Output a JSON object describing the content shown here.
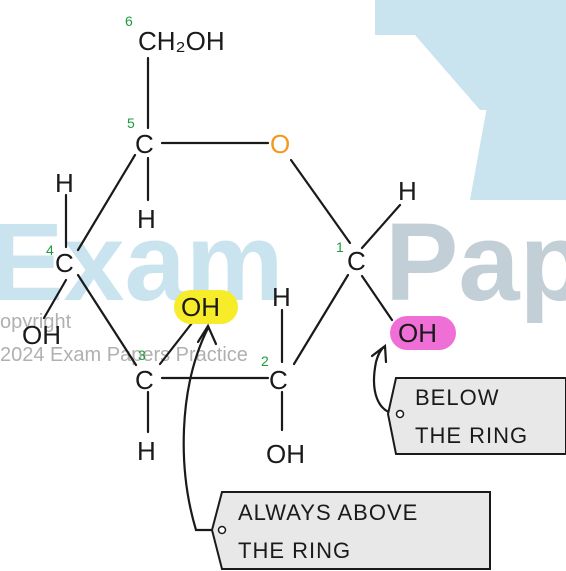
{
  "watermark": {
    "left_word": "Exam",
    "right_word": "Pap",
    "copyright_line1": "opyright",
    "copyright_line2": "2024 Exam Papers Practice"
  },
  "molecule": {
    "atoms": {
      "ch2oh": "CH₂OH",
      "c5": "C",
      "o_ring": "O",
      "c1": "C",
      "c4": "C",
      "c3": "C",
      "c2": "C",
      "h_c5": "H",
      "h_c4": "H",
      "h_c1": "H",
      "h_c3": "H",
      "h_c2": "H",
      "oh_c4": "OH",
      "oh_c3": "OH",
      "oh_c1": "OH",
      "oh_c2": "OH"
    },
    "numbers": {
      "n6": "6",
      "n5": "5",
      "n4": "4",
      "n3": "3",
      "n2": "2",
      "n1": "1"
    },
    "highlight_colors": {
      "oh_c3": "#f7ec2a",
      "oh_c1": "#ef6fd6",
      "ring_oxygen": "#f29a1d",
      "carbon_numbers": "#1f9a3e"
    }
  },
  "callouts": {
    "below": {
      "line1": "BELOW",
      "line2": "THE RING"
    },
    "above": {
      "line1": "ALWAYS ABOVE",
      "line2": "THE RING"
    }
  }
}
